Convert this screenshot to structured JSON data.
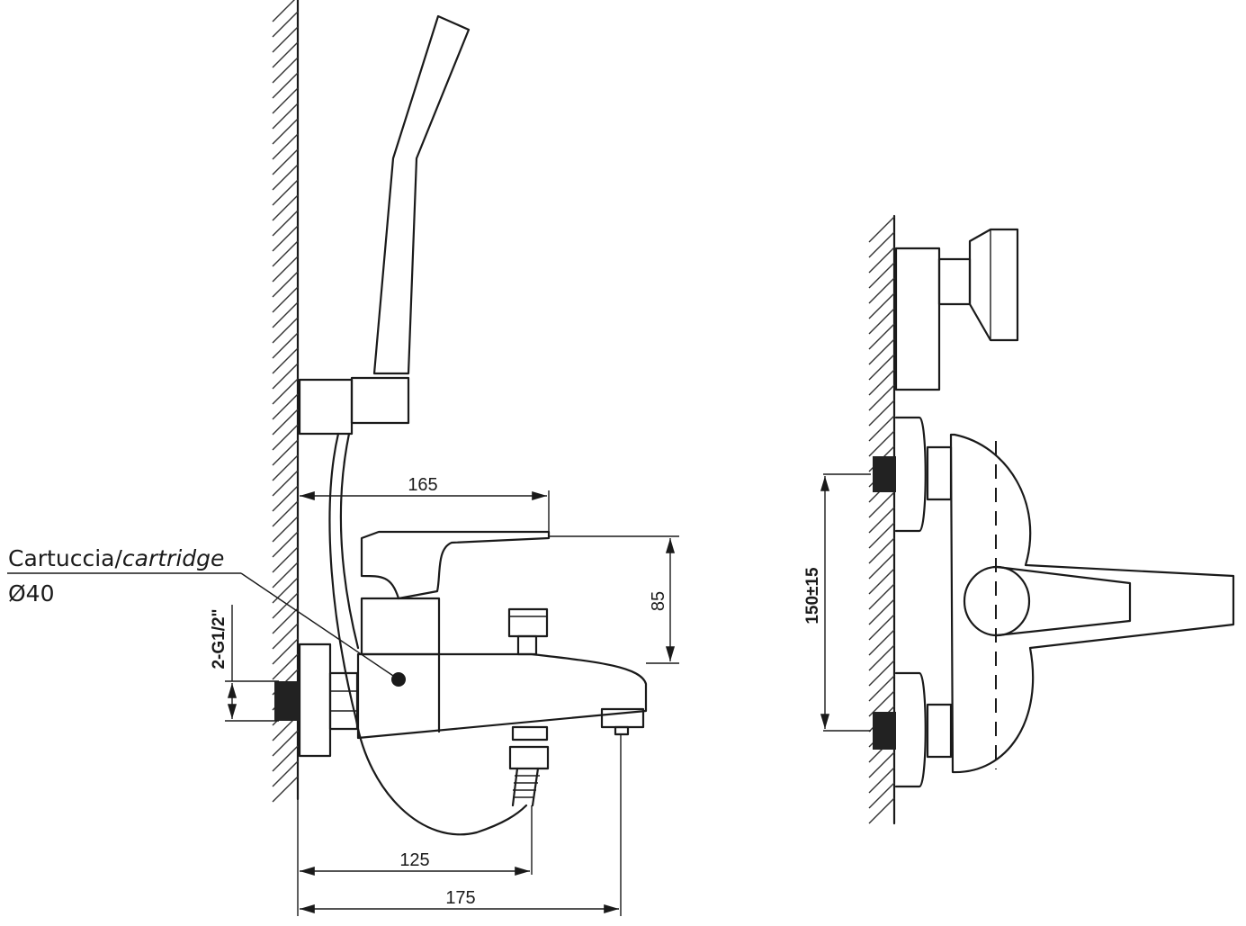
{
  "annotation": {
    "cartridge_label_it": "Cartuccia/",
    "cartridge_label_en": "cartridge",
    "cartridge_diameter": "Ø40"
  },
  "dimensions": {
    "spout_height_165": "165",
    "lever_height_85": "85",
    "inlet_thread": "2-G1/2\"",
    "wall_to_diverter_125": "125",
    "wall_to_spout_175": "175",
    "inlet_spacing": "150±15"
  }
}
